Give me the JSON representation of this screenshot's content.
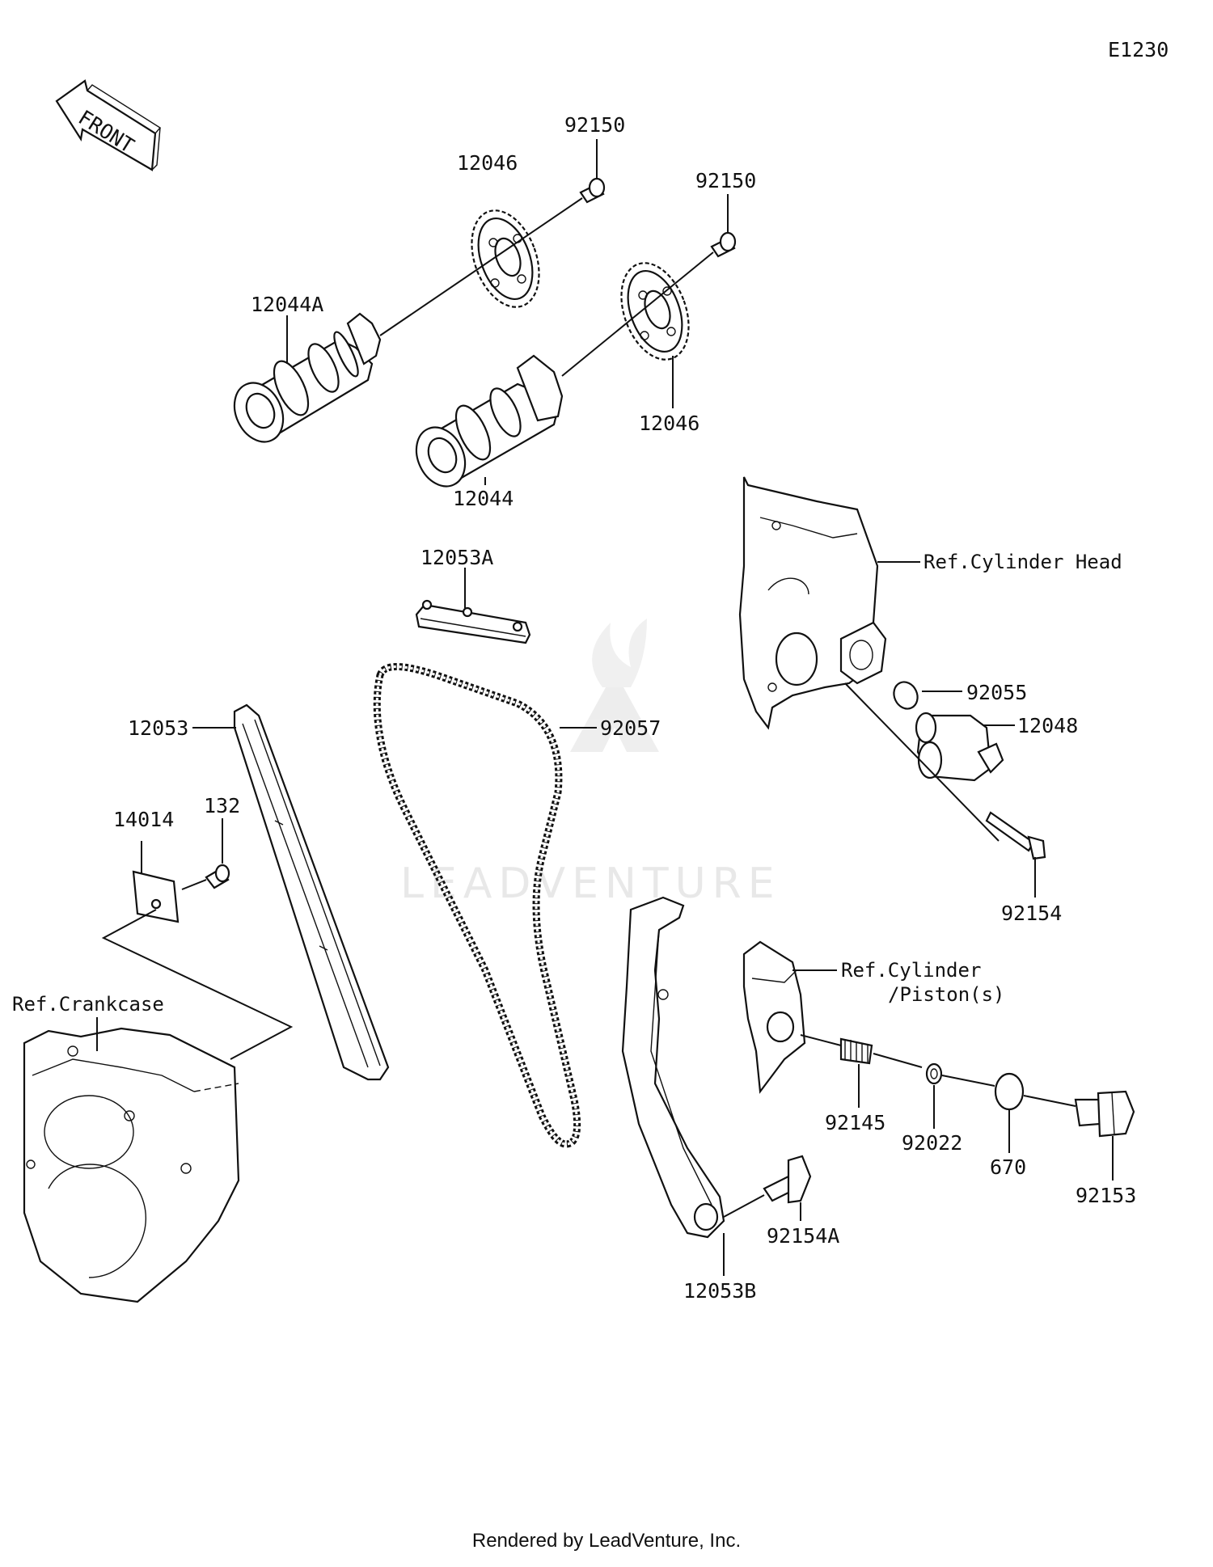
{
  "diagram_id": "E1230",
  "front_label": "FRONT",
  "watermark": "LEADVENTURE",
  "footer": "Rendered by LeadVenture, Inc.",
  "refs": {
    "cylinder_head": "Ref.Cylinder Head",
    "cylinder_line1": "Ref.Cylinder",
    "cylinder_line2": "/Piston(s)",
    "crankcase": "Ref.Crankcase"
  },
  "parts": {
    "bolt_92150_a": "92150",
    "bolt_92150_b": "92150",
    "sprocket_12046_a": "12046",
    "sprocket_12046_b": "12046",
    "camshaft_12044a": "12044A",
    "camshaft_12044": "12044",
    "guide_12053a": "12053A",
    "chain_92057": "92057",
    "guide_12053": "12053",
    "oring_92055": "92055",
    "tensioner_12048": "12048",
    "bolt_92154": "92154",
    "plate_14014": "14014",
    "screw_132": "132",
    "spring_92145": "92145",
    "washer_92022": "92022",
    "gasket_670": "670",
    "plug_92153": "92153",
    "bolt_92154a": "92154A",
    "guide_12053b": "12053B"
  }
}
